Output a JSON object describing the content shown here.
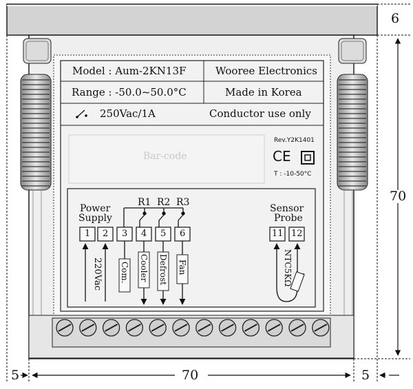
{
  "label": {
    "model": "Model : Aum-2KN13F",
    "manufacturer": "Wooree Electronics",
    "range": "Range : -50.0~50.0°C",
    "made_in": "Made in Korea",
    "rating": "250Vac/1A",
    "conductor_note": "Conductor use only",
    "barcode": "Bar-code",
    "revision": "Rev.Y2K1401",
    "ce_mark": "CE",
    "temp_note": "T : -10-50°C"
  },
  "wiring": {
    "power_supply": [
      "Power",
      "Supply"
    ],
    "sensor_probe": [
      "Sensor",
      "Probe"
    ],
    "relays": [
      "R1",
      "R2",
      "R3"
    ],
    "terminals": [
      "1",
      "2",
      "3",
      "4",
      "5",
      "6",
      "11",
      "12"
    ],
    "supply_voltage": "220Vac",
    "com": "Com.",
    "cooler": "Cooler",
    "defrost": "Defrost",
    "fan": "Fan",
    "probe_type": "NTC5KΩ"
  },
  "dimensions": {
    "top": "6",
    "height": "70",
    "width": "70",
    "left": "5",
    "right": "5"
  }
}
